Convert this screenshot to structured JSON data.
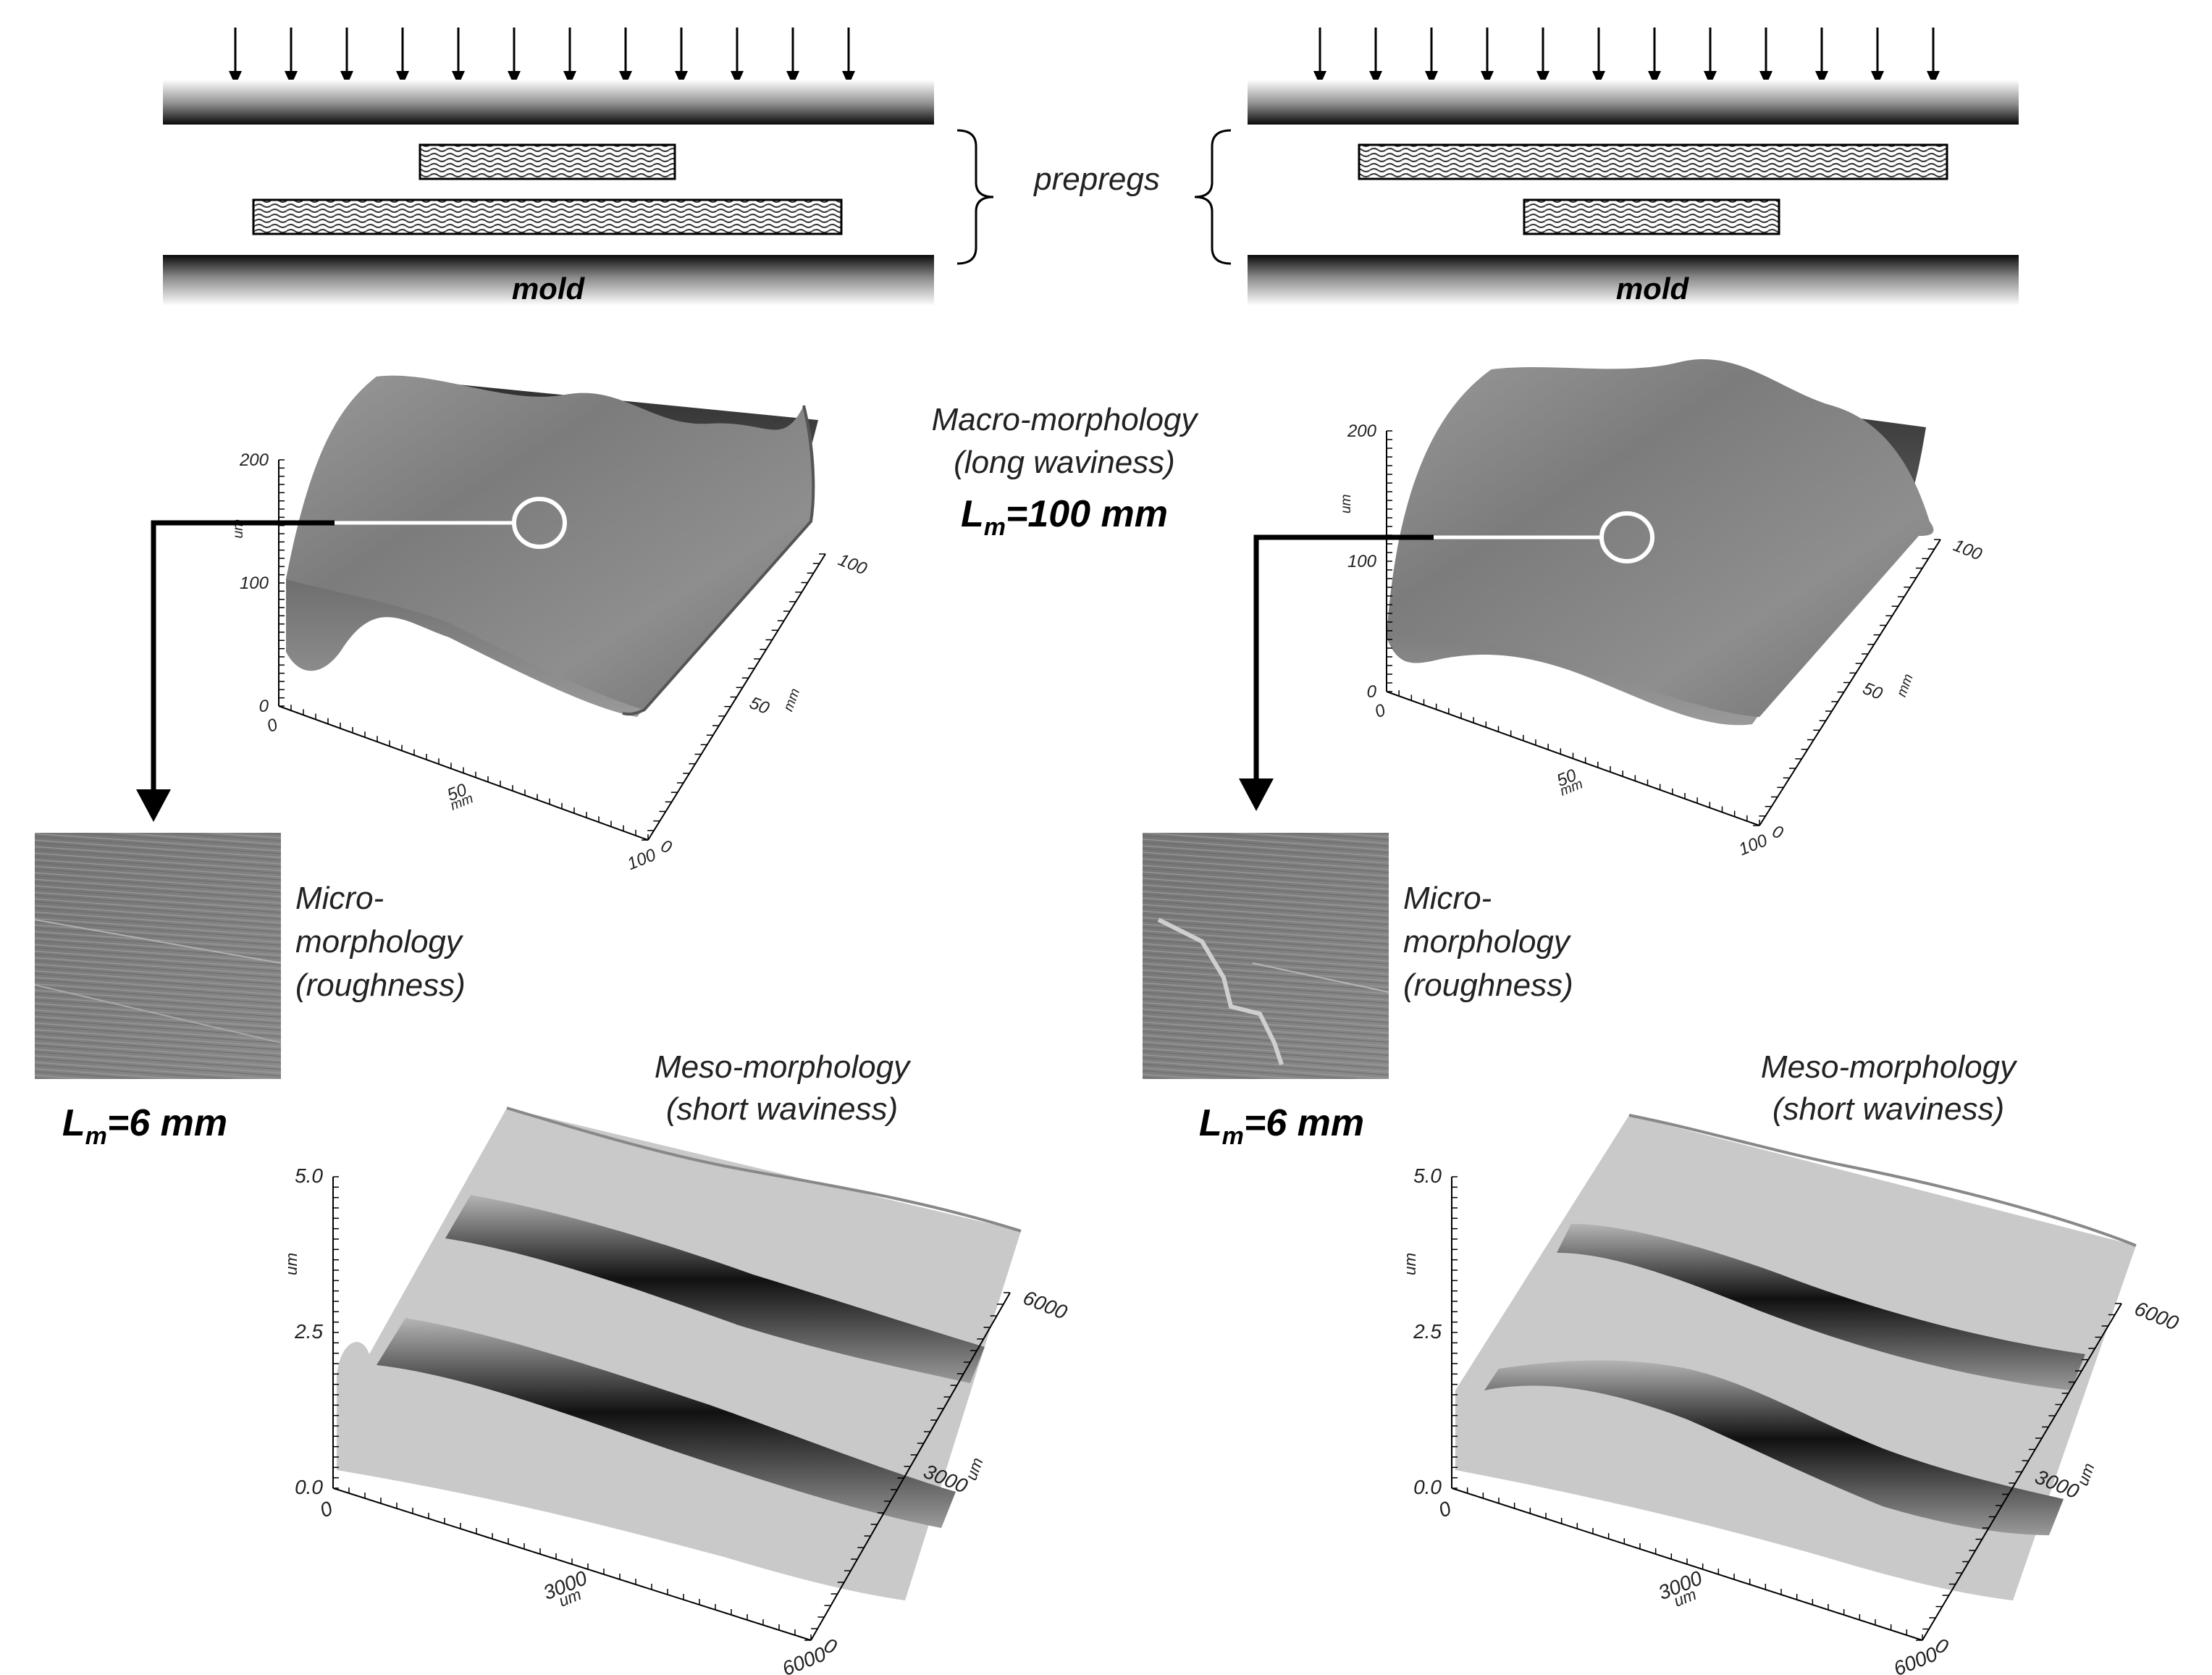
{
  "labels": {
    "prepregs": "prepregs",
    "mold": "mold",
    "macro_line1": "Macro-morphology",
    "macro_line2": "(long waviness)",
    "macro_lm_L": "L",
    "macro_lm_sub": "m",
    "macro_lm_val": "=100 mm",
    "micro_line1": "Micro-",
    "micro_line2": "morphology",
    "micro_line3": "(roughness)",
    "micro_lm_L": "L",
    "micro_lm_sub": "m",
    "micro_lm_val": "=6 mm",
    "meso_line1": "Meso-morphology",
    "meso_line2": "(short waviness)"
  },
  "macro_axes": {
    "z_ticks": [
      "200",
      "100",
      "0"
    ],
    "z_unit": "um",
    "x_ticks": [
      "0",
      "50",
      "100"
    ],
    "x_unit": "mm",
    "y_ticks": [
      "0",
      "50",
      "100"
    ],
    "y_unit": "mm"
  },
  "meso_axes": {
    "z_ticks": [
      "5.0",
      "2.5",
      "0.0"
    ],
    "z_unit": "um",
    "x_ticks": [
      "0",
      "3000",
      "6000"
    ],
    "x_unit": "um",
    "y_ticks": [
      "0",
      "3000",
      "6000"
    ],
    "y_unit": "um"
  },
  "colors": {
    "ink": "#000000",
    "surface_light": "#d8d8d8",
    "surface_mid": "#8a8a8a",
    "surface_dark": "#2a2a2a"
  }
}
